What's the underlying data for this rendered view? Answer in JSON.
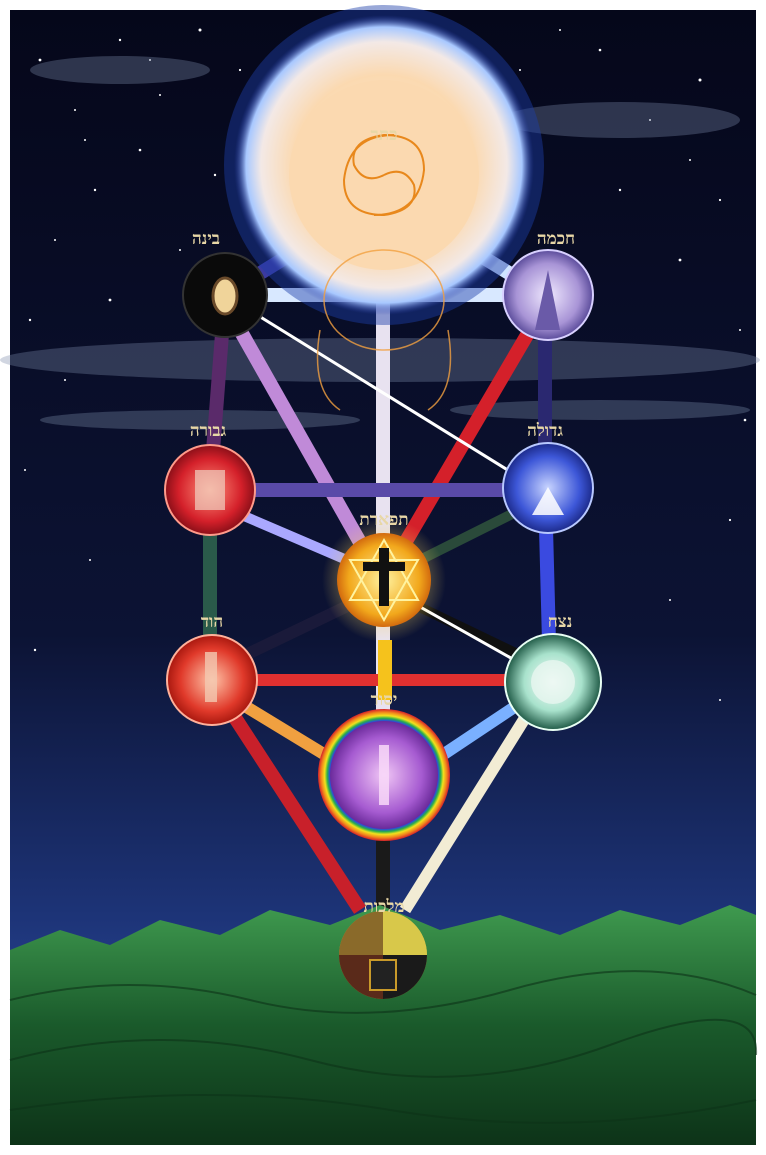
{
  "artwork": {
    "subject": "Tree of Life (Kabbalah Sefirot)",
    "sefirot": [
      {
        "key": "keter",
        "label": "כתר",
        "color": "#fbe3c2"
      },
      {
        "key": "chokhmah",
        "label": "חכמה",
        "color": "#c9b6e6"
      },
      {
        "key": "binah",
        "label": "בינה",
        "color": "#111111"
      },
      {
        "key": "gedulah",
        "label": "גדולה",
        "color": "#2a44c8"
      },
      {
        "key": "gevurah",
        "label": "גבורה",
        "color": "#d4202a"
      },
      {
        "key": "tiferet",
        "label": "תפארת",
        "color": "#f5c21c"
      },
      {
        "key": "netzach",
        "label": "נצח",
        "color": "#7ec9a0"
      },
      {
        "key": "hod",
        "label": "הוד",
        "color": "#e0392a"
      },
      {
        "key": "yesod",
        "label": "יסוד",
        "color": "#a65bd1"
      },
      {
        "key": "malkhut",
        "label": "מלכות",
        "color": "#c99a2a"
      }
    ],
    "palette": {
      "sky_top": "#07091d",
      "sky_bottom": "#2b4ea0",
      "mountains": "#1f6b34",
      "label_color": "#e8d7a6"
    }
  }
}
